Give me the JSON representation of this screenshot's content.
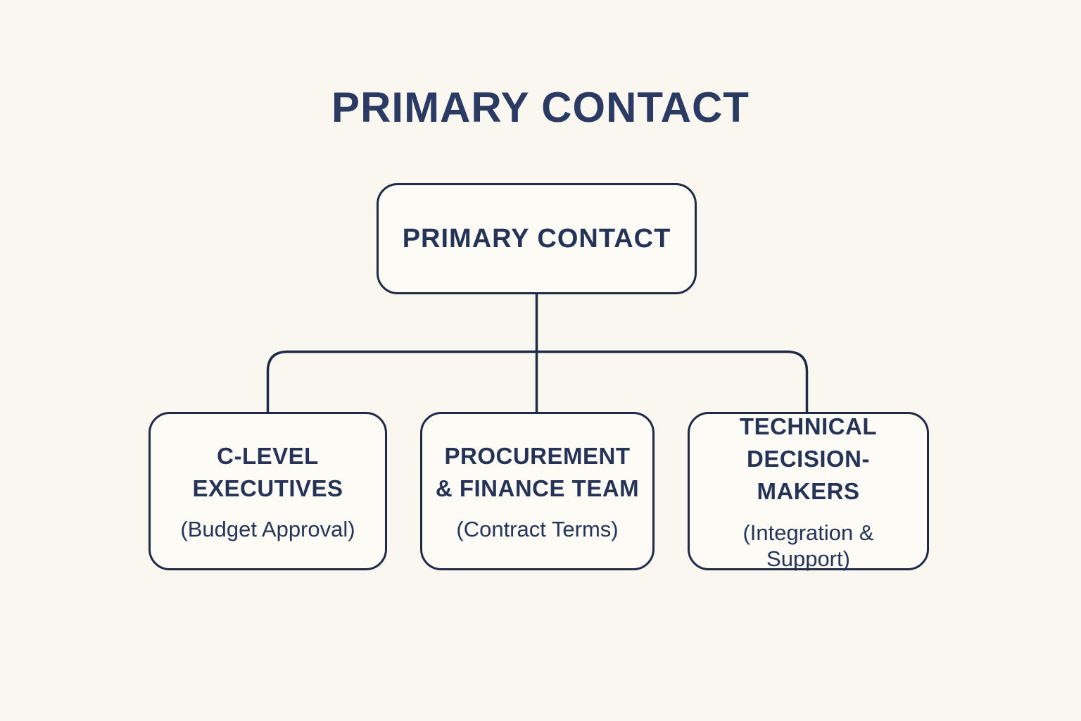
{
  "colors": {
    "background": "#faf7f0",
    "box_fill": "#fdfbf5",
    "line": "#1e2a47",
    "title_text": "#2a3a63",
    "box_text": "#253356"
  },
  "header": {
    "title": "PRIMARY CONTACT"
  },
  "diagram": {
    "root": {
      "label": "PRIMARY CONTACT"
    },
    "children": [
      {
        "title_line1": "C-LEVEL",
        "title_line2": "EXECUTIVES",
        "subtitle": "(Budget Approval)"
      },
      {
        "title_line1": "PROCUREMENT",
        "title_line2": "& FINANCE TEAM",
        "subtitle": "(Contract Terms)"
      },
      {
        "title_line1": "TECHNICAL",
        "title_line2": "DECISION-MAKERS",
        "subtitle": "(Integration & Support)"
      }
    ]
  }
}
